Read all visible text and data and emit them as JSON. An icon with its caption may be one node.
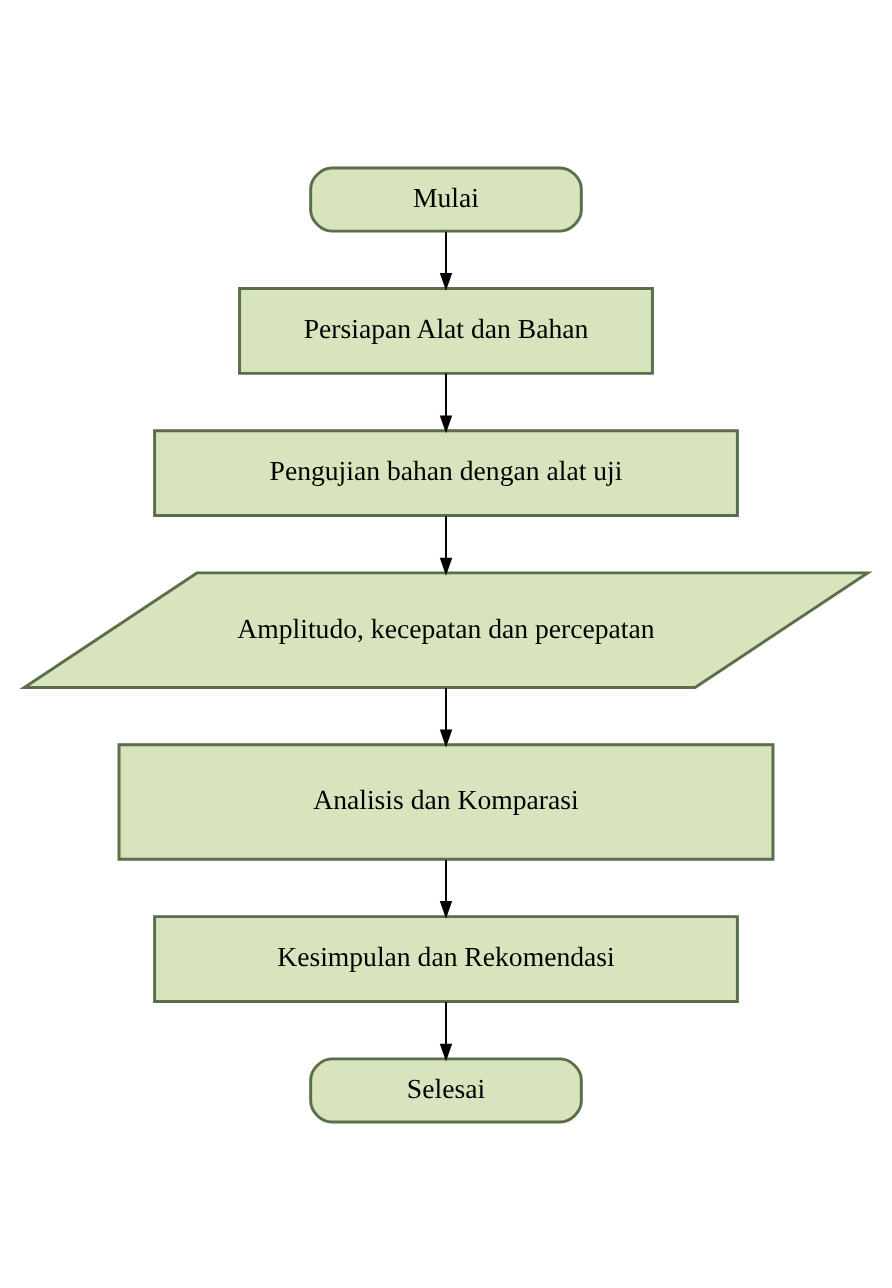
{
  "diagram": {
    "nodes": [
      {
        "text": [
          "Mulai"
        ]
      },
      {
        "text": [
          "Persiapan Alat dan Bahan"
        ]
      },
      {
        "text": [
          "Pengujian bahan dengan alat uji"
        ]
      },
      {
        "text": [
          "Amplitudo, kecepatan dan percepatan"
        ]
      },
      {
        "text": [
          "Analisis dan Komparasi"
        ]
      },
      {
        "text": [
          "Kesimpulan dan Rekomendasi"
        ]
      },
      {
        "text": [
          "Selesai"
        ]
      }
    ],
    "edges": [
      {
        "from": 0,
        "to": 1,
        "arrow": "to"
      },
      {
        "from": 1,
        "to": 2,
        "arrow": "to"
      },
      {
        "from": 2,
        "to": 3,
        "arrow": "to"
      },
      {
        "from": 3,
        "to": 4,
        "arrow": "to"
      },
      {
        "from": 4,
        "to": 5,
        "arrow": "to"
      },
      {
        "from": 5,
        "to": 6,
        "arrow": "to"
      }
    ]
  }
}
